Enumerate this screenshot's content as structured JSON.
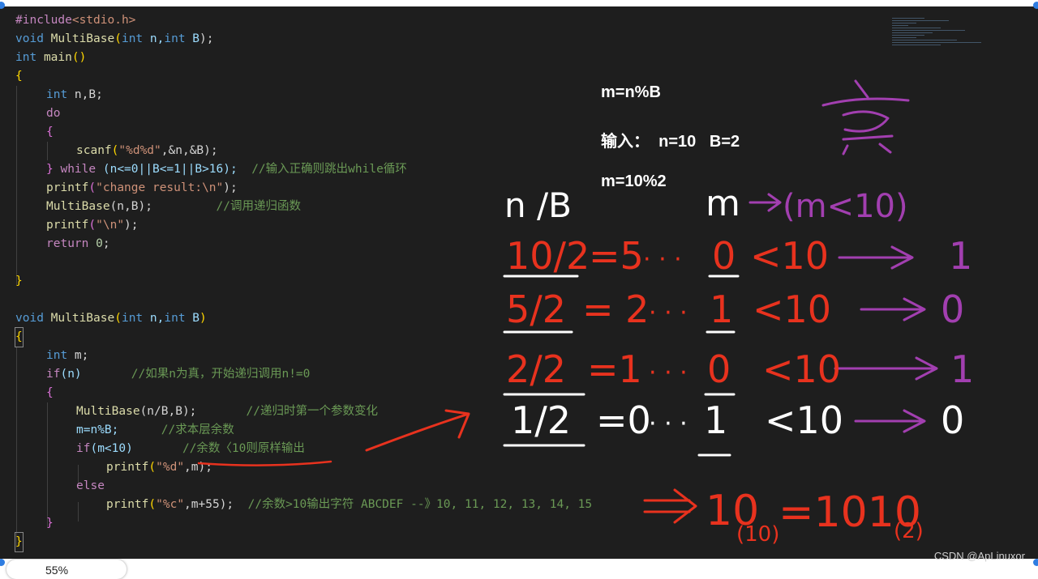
{
  "code": {
    "l1": {
      "directive": "#include",
      "header": "<stdio.h>"
    },
    "l2": {
      "void": "void",
      "name": "MultiBase",
      "open": "(",
      "int1": "int",
      "n": " n,",
      "int2": "int",
      "b": " B",
      "close": ");"
    },
    "l3": {
      "int": "int",
      "name": "main",
      "parens": "()"
    },
    "l4": {
      "brace": "{"
    },
    "l5": {
      "int": "int",
      "vars": " n,B;"
    },
    "l6": {
      "do": "do"
    },
    "l7": {
      "brace": "{"
    },
    "l8": {
      "fn": "scanf",
      "open": "(",
      "fmt": "\"%d%d\"",
      "args": ",&n,&B);"
    },
    "l9": {
      "brace": "} ",
      "while": "while",
      "cond": " (n<=0||B<=1||B>16);",
      "comment": "  //输入正确则跳出while循环"
    },
    "l10": {
      "fn": "printf",
      "open": "(",
      "str": "\"change result:\\n\"",
      "close": ");"
    },
    "l11": {
      "fn": "MultiBase",
      "args": "(n,B);",
      "comment": "         //调用递归函数"
    },
    "l12": {
      "fn": "printf",
      "open": "(",
      "str": "\"\\n\"",
      "close": ");"
    },
    "l13": {
      "ret": "return",
      "num": " 0",
      "semi": ";"
    },
    "l15": {
      "brace": "}"
    },
    "l17": {
      "void": "void",
      "name": "MultiBase",
      "open": "(",
      "int1": "int",
      "n": " n,",
      "int2": "int",
      "b": " B",
      "close": ")"
    },
    "l18": {
      "brace": "{"
    },
    "l19": {
      "int": "int",
      "vars": " m;"
    },
    "l20": {
      "if": "if",
      "cond": "(n)",
      "comment": "       //如果n为真，开始递归调用n!=0"
    },
    "l21": {
      "brace": "{"
    },
    "l22": {
      "fn": "MultiBase",
      "args": "(n/B,B);",
      "comment": "       //递归时第一个参数变化"
    },
    "l23": {
      "stmt": "m=n%B;",
      "comment": "      //求本层余数"
    },
    "l24": {
      "if": "if",
      "cond": "(m<10)",
      "comment": "       //余数〈10则原样输出"
    },
    "l25": {
      "fn": "printf",
      "open": "(",
      "fmt": "\"%d\"",
      "args": ",m);"
    },
    "l26": {
      "else": "else"
    },
    "l27": {
      "fn": "printf",
      "open": "(",
      "fmt": "\"%c\"",
      "args": ",m+55);",
      "comment": "  //余数>10输出字符 ABCDEF --》10, 11, 12, 13, 14, 15"
    },
    "l28": {
      "brace": "}"
    },
    "l29": {
      "brace": "}"
    }
  },
  "notes": {
    "formula": "m=n%B",
    "input": "输入：  n=10   B=2",
    "example": "m=10%2"
  },
  "handwriting": {
    "header_n_b": "n /B",
    "header_m": "m",
    "condition": "(m<10)",
    "real_char": "真",
    "rows": [
      {
        "division": "10/2",
        "quotient": "=5",
        "remainder": "0",
        "compare": "<10",
        "result": "1"
      },
      {
        "division": "5/2",
        "quotient": "= 2",
        "remainder": "1",
        "compare": "<10",
        "result": "0"
      },
      {
        "division": "2/2",
        "quotient": "=1",
        "remainder": "0",
        "compare": "<10",
        "result": "1"
      },
      {
        "division": "1/2",
        "quotient": "=0",
        "remainder": "1",
        "compare": "<10",
        "result": "0"
      }
    ],
    "conclusion_lhs": "10",
    "conclusion_lhs_base": "(10)",
    "conclusion_rhs": "=1010",
    "conclusion_rhs_base": "(2)"
  },
  "colors": {
    "editor_bg": "#1e1e1e",
    "ink_red": "#e8321e",
    "ink_purple": "#a23fb0",
    "ink_white": "#ffffff"
  },
  "watermark": "CSDN @ApLinuxor",
  "zoom": "55%"
}
